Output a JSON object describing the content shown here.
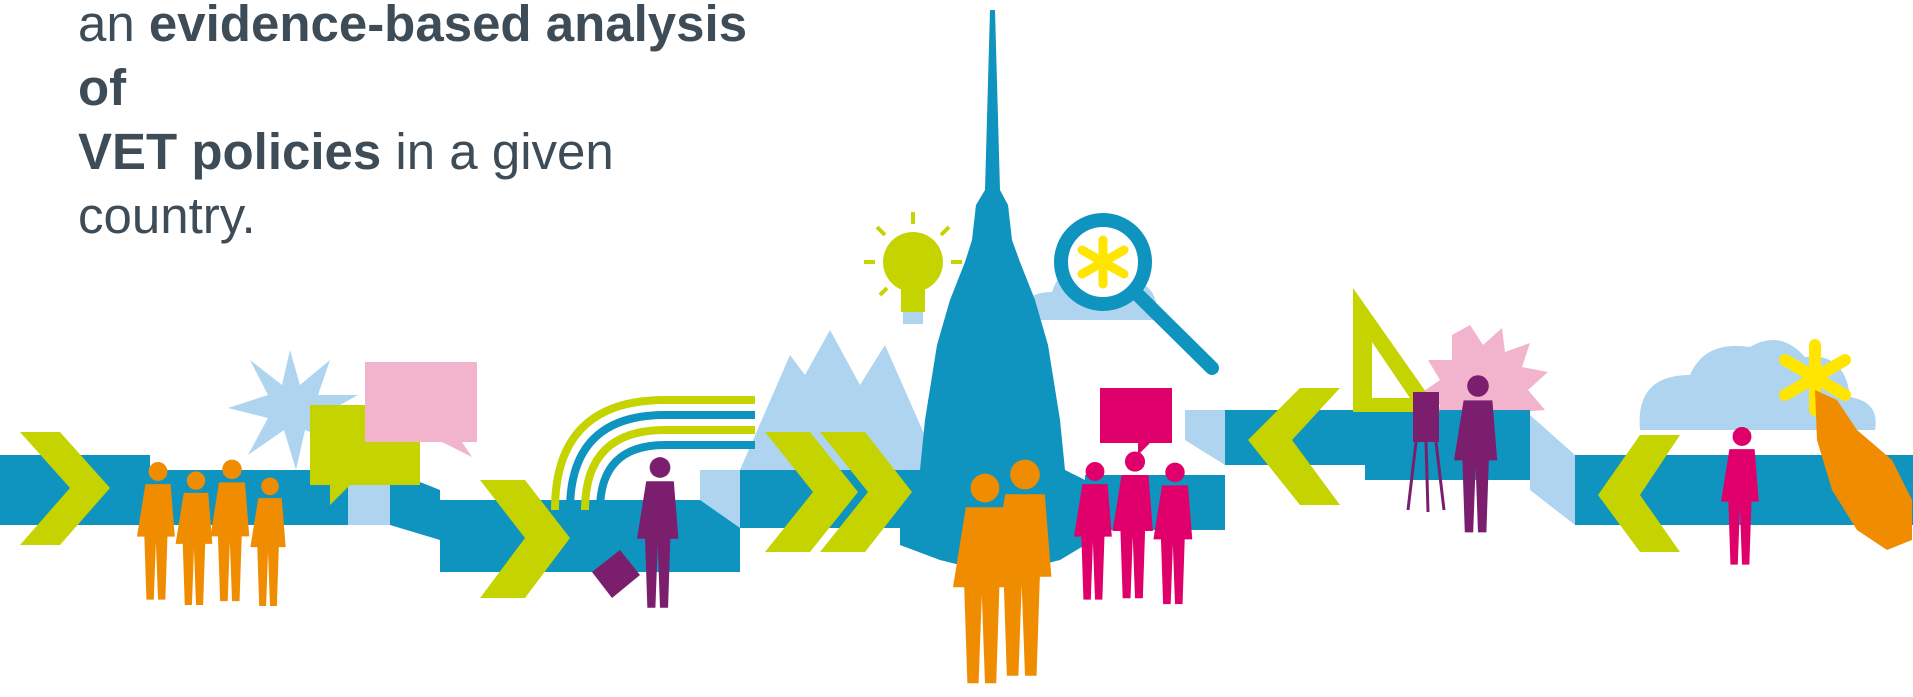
{
  "intro": {
    "part1": "an ",
    "bold1": "evidence-based analysis of",
    "bold2": "VET policies",
    "part2": " in a given country."
  },
  "palette": {
    "band_blue": "#0f93bf",
    "light_blue": "#aed4ef",
    "lime": "#c5d400",
    "orange": "#f08c00",
    "magenta": "#e0006b",
    "purple": "#7b1e6e",
    "pink": "#f2b4cc",
    "yellow": "#ffe500",
    "text_gray": "#3d4c57"
  },
  "icons": {
    "light_bulb": "light-bulb-icon",
    "magnifier": "magnifying-glass-icon",
    "speech_bubble": "speech-bubble-icon",
    "asterisk": "asterisk-icon"
  }
}
